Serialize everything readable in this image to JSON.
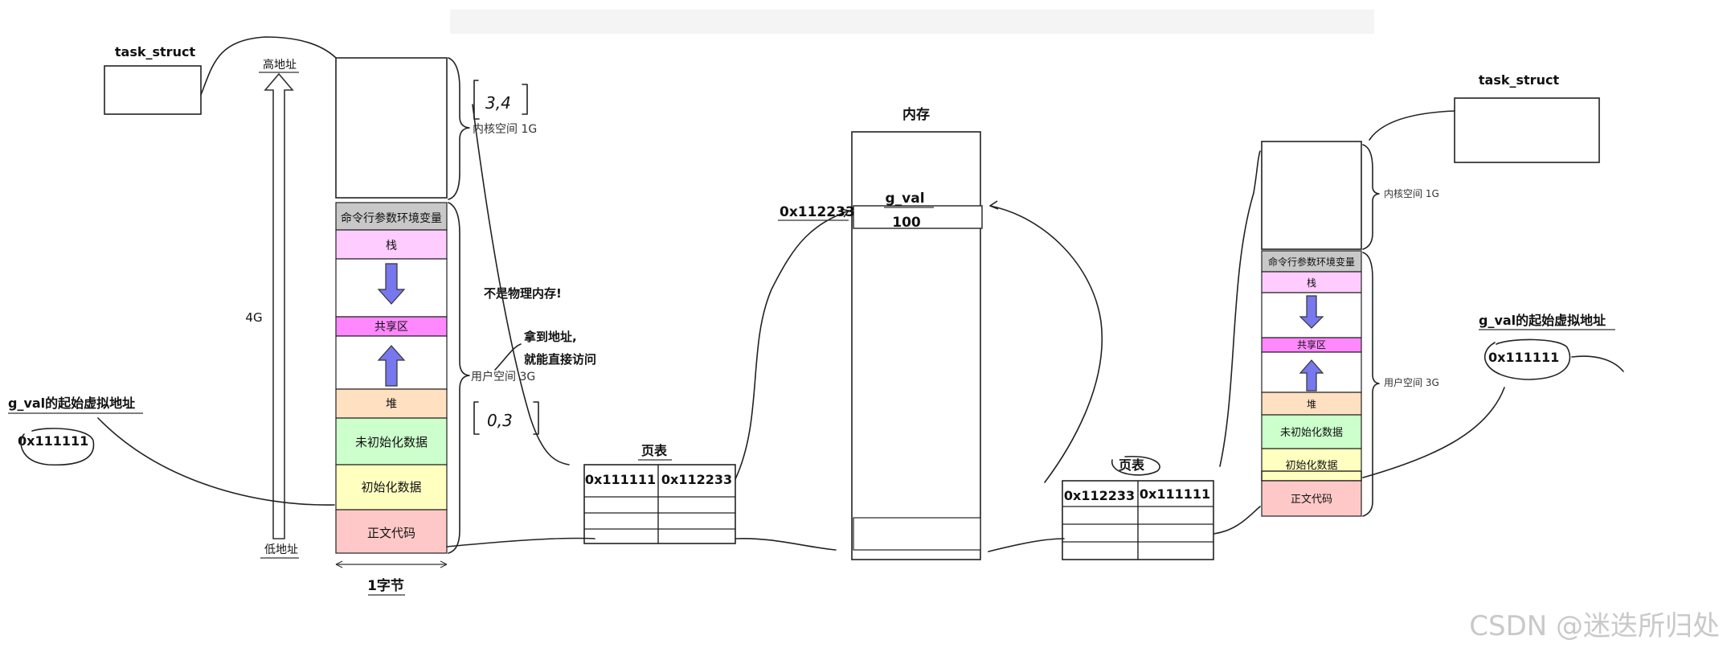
{
  "left": {
    "task_struct": "task_struct",
    "high_addr": "高地址",
    "low_addr": "低地址",
    "size_4g": "4G",
    "byte_label": "1字节",
    "segments": {
      "cmdline_env": "命令行参数环境变量",
      "stack": "栈",
      "shared": "共享区",
      "heap": "堆",
      "bss": "未初始化数据",
      "data": "初始化数据",
      "text": "正文代码"
    },
    "kernel_space": "内核空间 1G",
    "user_space": "用户空间 3G",
    "note_34": "3,4",
    "note_03": "0,3",
    "not_physical": "不是物理内存!",
    "get_addr_line1": "拿到地址,",
    "get_addr_line2": "就能直接访问",
    "gval_virtual_label": "g_val的起始虚拟地址",
    "gval_virtual_addr": "0x111111",
    "page_table_title": "页表",
    "page_table_virtual": "0x111111",
    "page_table_physical": "0x112233"
  },
  "memory": {
    "title": "内存",
    "phys_addr": "0x112233",
    "var_name": "g_val",
    "var_value": "100"
  },
  "right": {
    "task_struct": "task_struct",
    "kernel_space": "内核空间 1G",
    "user_space": "用户空间 3G",
    "segments": {
      "cmdline_env": "命令行参数环境变量",
      "stack": "栈",
      "shared": "共享区",
      "heap": "堆",
      "bss": "未初始化数据",
      "data": "初始化数据",
      "text": "正文代码"
    },
    "page_table_title": "页表",
    "page_table_physical": "0x112233",
    "page_table_virtual": "0x111111",
    "gval_virtual_label": "g_val的起始虚拟地址",
    "gval_virtual_addr": "0x111111"
  },
  "watermark": "CSDN @迷迭所归处",
  "colors": {
    "gray_band": "#c8c8c8",
    "stack_pink": "#ffccff",
    "shared_magenta": "#ff88ff",
    "heap_orange": "#ffe0c0",
    "bss_green": "#ccffcc",
    "data_yellow": "#ffffc0",
    "text_red": "#ffc8c8",
    "arrow_blue": "#7777ee"
  }
}
